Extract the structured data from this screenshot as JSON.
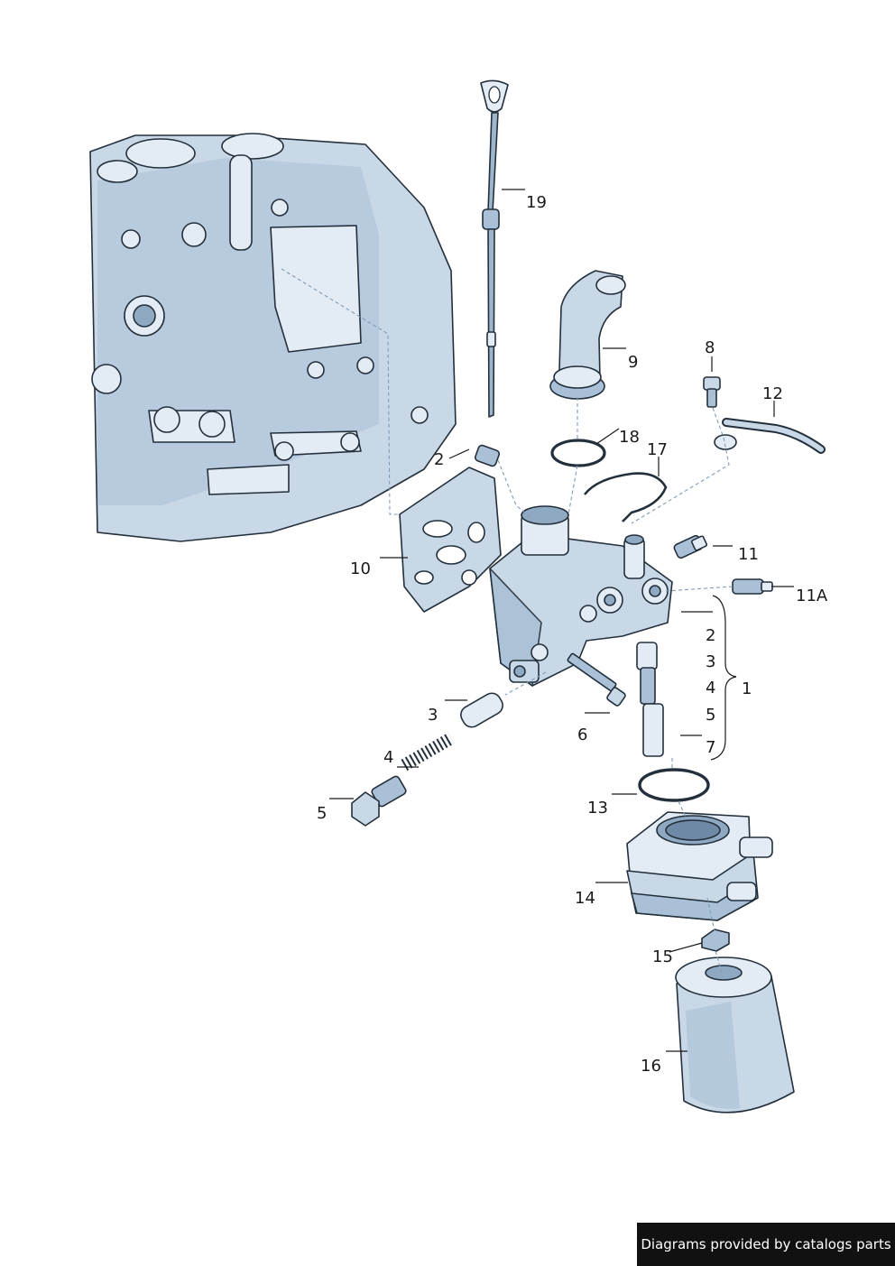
{
  "callouts": {
    "c19": "19",
    "c9": "9",
    "c8": "8",
    "c12": "12",
    "c18": "18",
    "c17": "17",
    "c2a": "2",
    "c11": "11",
    "c11A": "11A",
    "c10": "10",
    "c2b": "2",
    "c3b": "3",
    "c4b": "4",
    "c5b": "5",
    "c7b": "7",
    "c1": "1",
    "c3a": "3",
    "c6": "6",
    "c4a": "4",
    "c5a": "5",
    "c13": "13",
    "c14": "14",
    "c15": "15",
    "c16": "16"
  },
  "footer": {
    "credit": "Diagrams provided by catalogs parts"
  }
}
